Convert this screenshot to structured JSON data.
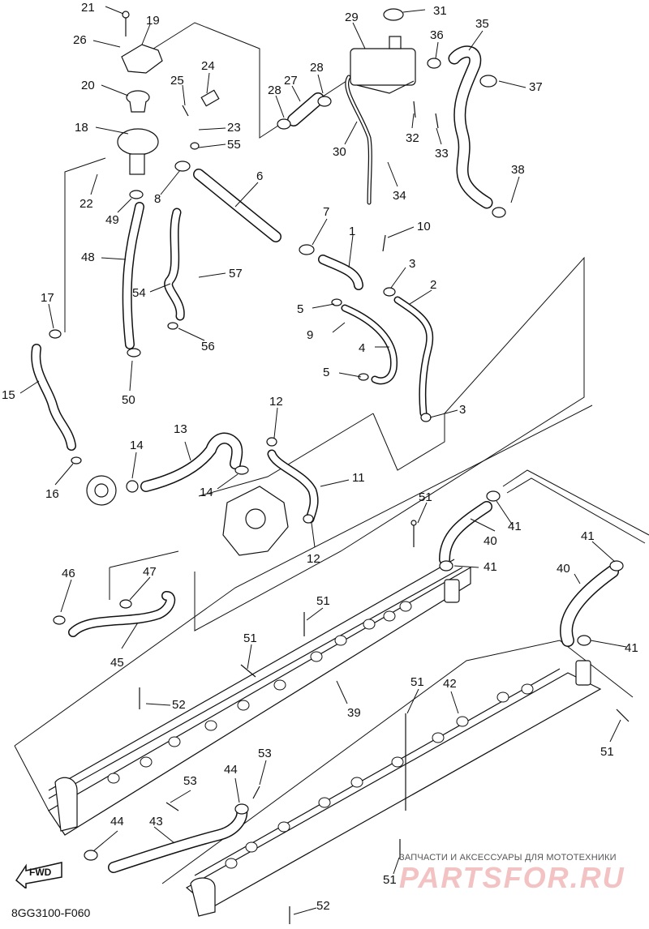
{
  "diagram": {
    "code": "8GG3100-F060",
    "fwd_label": "FWD",
    "watermark_text": "ЗАПЧАСТИ И АКСЕССУАРЫ ДЛЯ МОТОТЕХНИКИ",
    "watermark_logo": "PARTSFOR.RU",
    "callouts": [
      {
        "n": "21"
      },
      {
        "n": "19"
      },
      {
        "n": "26"
      },
      {
        "n": "20"
      },
      {
        "n": "25"
      },
      {
        "n": "24"
      },
      {
        "n": "18"
      },
      {
        "n": "23"
      },
      {
        "n": "55"
      },
      {
        "n": "22"
      },
      {
        "n": "8"
      },
      {
        "n": "49"
      },
      {
        "n": "6"
      },
      {
        "n": "48"
      },
      {
        "n": "54"
      },
      {
        "n": "57"
      },
      {
        "n": "56"
      },
      {
        "n": "17"
      },
      {
        "n": "15"
      },
      {
        "n": "50"
      },
      {
        "n": "16"
      },
      {
        "n": "14"
      },
      {
        "n": "13"
      },
      {
        "n": "14"
      },
      {
        "n": "29"
      },
      {
        "n": "31"
      },
      {
        "n": "36"
      },
      {
        "n": "35"
      },
      {
        "n": "28"
      },
      {
        "n": "27"
      },
      {
        "n": "28"
      },
      {
        "n": "37"
      },
      {
        "n": "30"
      },
      {
        "n": "32"
      },
      {
        "n": "33"
      },
      {
        "n": "34"
      },
      {
        "n": "38"
      },
      {
        "n": "7"
      },
      {
        "n": "10"
      },
      {
        "n": "1"
      },
      {
        "n": "3"
      },
      {
        "n": "2"
      },
      {
        "n": "5"
      },
      {
        "n": "9"
      },
      {
        "n": "4"
      },
      {
        "n": "5"
      },
      {
        "n": "3"
      },
      {
        "n": "12"
      },
      {
        "n": "11"
      },
      {
        "n": "12"
      },
      {
        "n": "51"
      },
      {
        "n": "40"
      },
      {
        "n": "41"
      },
      {
        "n": "41"
      },
      {
        "n": "41"
      },
      {
        "n": "40"
      },
      {
        "n": "41"
      },
      {
        "n": "46"
      },
      {
        "n": "47"
      },
      {
        "n": "45"
      },
      {
        "n": "51"
      },
      {
        "n": "51"
      },
      {
        "n": "39"
      },
      {
        "n": "52"
      },
      {
        "n": "51"
      },
      {
        "n": "42"
      },
      {
        "n": "51"
      },
      {
        "n": "44"
      },
      {
        "n": "53"
      },
      {
        "n": "53"
      },
      {
        "n": "44"
      },
      {
        "n": "43"
      },
      {
        "n": "51"
      },
      {
        "n": "52"
      }
    ]
  }
}
